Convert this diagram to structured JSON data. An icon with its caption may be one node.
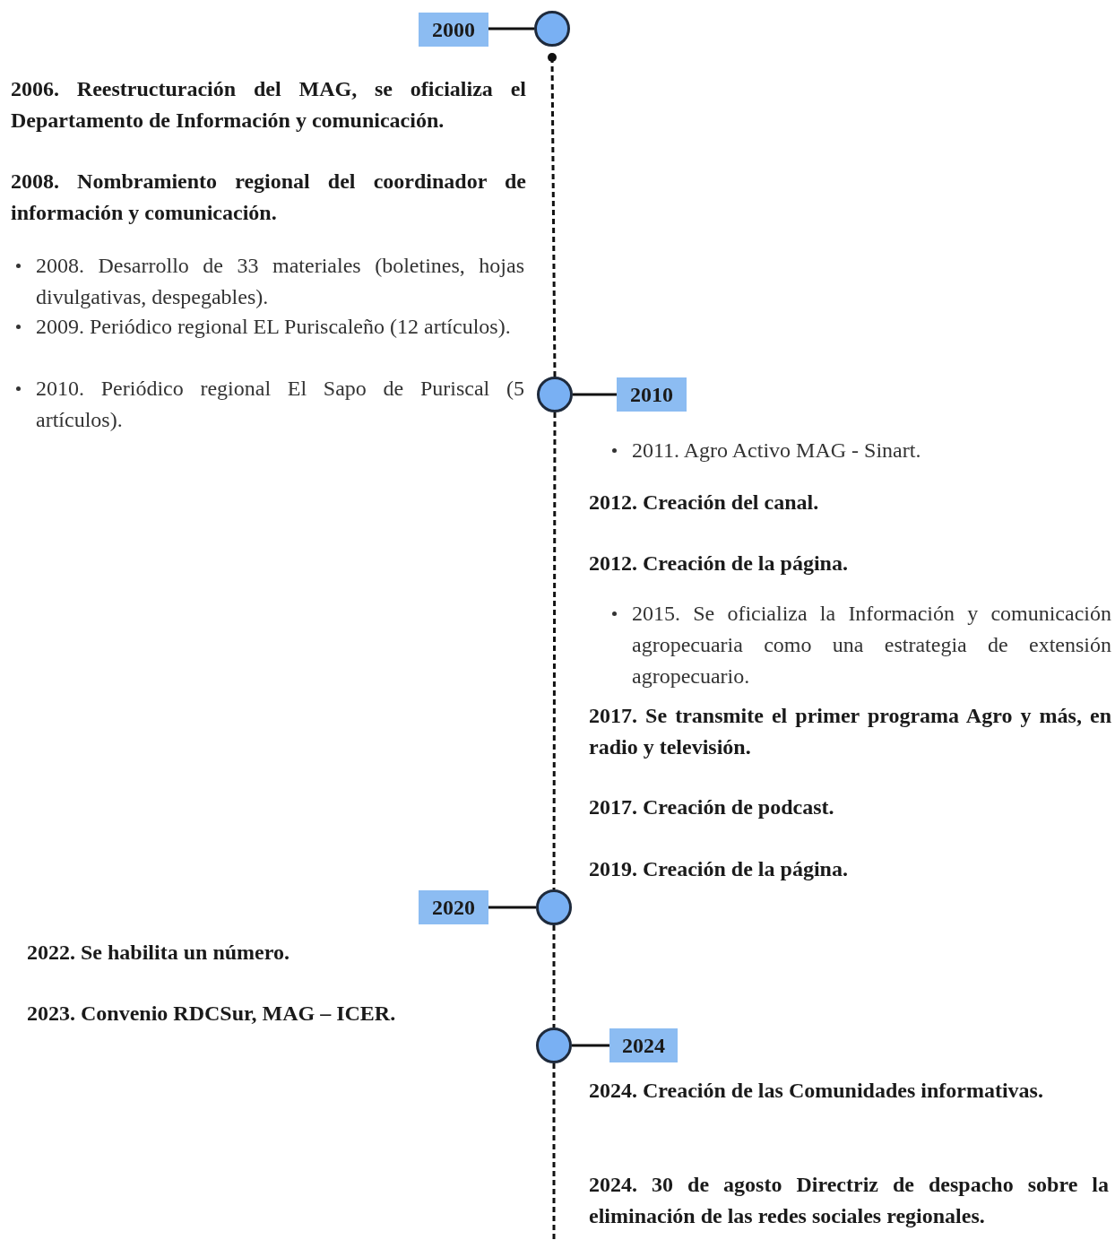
{
  "diagram": {
    "nodes": [
      {
        "text": [
          "2000"
        ]
      },
      {
        "text": [],
        "shape": "circle"
      },
      {
        "text": [],
        "shape": "circle"
      },
      {
        "text": [
          "2010"
        ]
      },
      {
        "text": [
          "2020"
        ]
      },
      {
        "text": [],
        "shape": "circle"
      },
      {
        "text": [],
        "shape": "circle"
      },
      {
        "text": [
          "2024"
        ]
      }
    ],
    "edges": [
      {
        "from": 0,
        "to": 1,
        "arrow": "none"
      },
      {
        "from": 1,
        "to": 2,
        "arrow": "other",
        "style": "dashed"
      },
      {
        "from": 2,
        "to": 3,
        "arrow": "none"
      },
      {
        "from": 2,
        "to": 5,
        "arrow": "none",
        "style": "dashed"
      },
      {
        "from": 4,
        "to": 5,
        "arrow": "none"
      },
      {
        "from": 5,
        "to": 6,
        "arrow": "none",
        "style": "dashed"
      },
      {
        "from": 6,
        "to": 7,
        "arrow": "none"
      },
      {
        "from": 6,
        "to": null,
        "arrow": "none",
        "style": "dashed"
      }
    ],
    "labels": [
      "2006. Reestructuración del MAG, se oficializa el Departamento de Información y comunicación.",
      "2008. Nombramiento regional del coordinador de información y comunicación.",
      "2008. Desarrollo de 33 materiales (boletines, hojas divulgativas, despegables).",
      "2009. Periódico regional EL Puriscaleño (12 artículos).",
      "2010. Periódico regional El Sapo de Puriscal (5 artículos).",
      "2011. Agro Activo MAG - Sinart.",
      "2012. Creación del canal.",
      "2012. Creación de la página.",
      "2015. Se oficializa la Información y comunicación agropecuaria como una estrategia de extensión agropecuario.",
      "2017. Se transmite el primer programa Agro y más, en radio y televisión.",
      "2017. Creación de podcast.",
      "2019. Creación de la página.",
      "2022. Se habilita un número.",
      "2023. Convenio RDCSur, MAG – ICER.",
      "2024. Creación de las Comunidades informativas.",
      "2024. 30 de agosto Directriz de despacho sobre la eliminación de las redes sociales regionales."
    ]
  }
}
